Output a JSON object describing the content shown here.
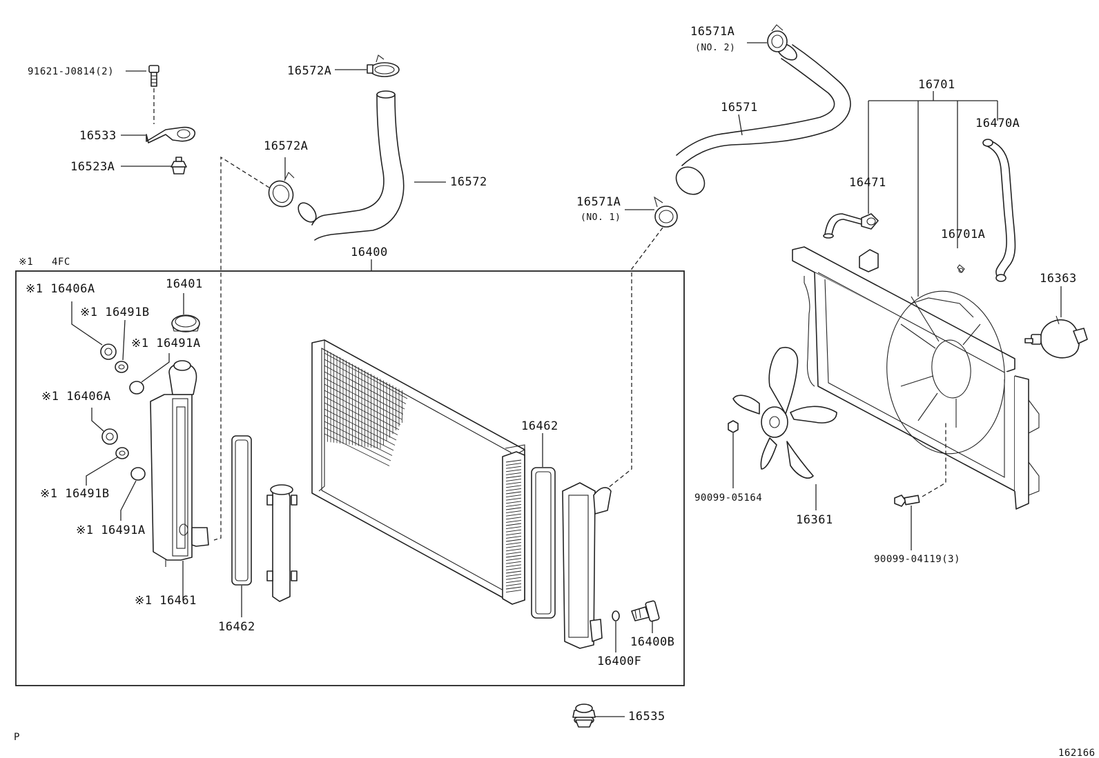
{
  "notes": {
    "group_marker": "※1",
    "group_code": "4FC",
    "page_code": "P",
    "figure_number": "162166"
  },
  "parts": {
    "p91621": "91621-J0814(2)",
    "p16533": "16533",
    "p16523A": "16523A",
    "p16572A_top": "16572A",
    "p16572A_mid": "16572A",
    "p16572": "16572",
    "p16571A_no2": "16571A",
    "p16571A_no2_sub": "(NO. 2)",
    "p16571": "16571",
    "p16571A_no1": "16571A",
    "p16571A_no1_sub": "(NO. 1)",
    "p16701": "16701",
    "p16470A": "16470A",
    "p16471": "16471",
    "p16701A": "16701A",
    "p16363": "16363",
    "p16400": "16400",
    "p16401": "16401",
    "p16406A_a": "※1 16406A",
    "p16491B_a": "※1 16491B",
    "p16491A_a": "※1 16491A",
    "p16406A_b": "※1 16406A",
    "p16491B_b": "※1 16491B",
    "p16491A_b": "※1 16491A",
    "p16461": "※1 16461",
    "p16462_left": "16462",
    "p16462_right": "16462",
    "p16400F": "16400F",
    "p16400B": "16400B",
    "p90099_05164": "90099-05164",
    "p16361": "16361",
    "p90099_04119": "90099-04119(3)",
    "p16535": "16535"
  }
}
